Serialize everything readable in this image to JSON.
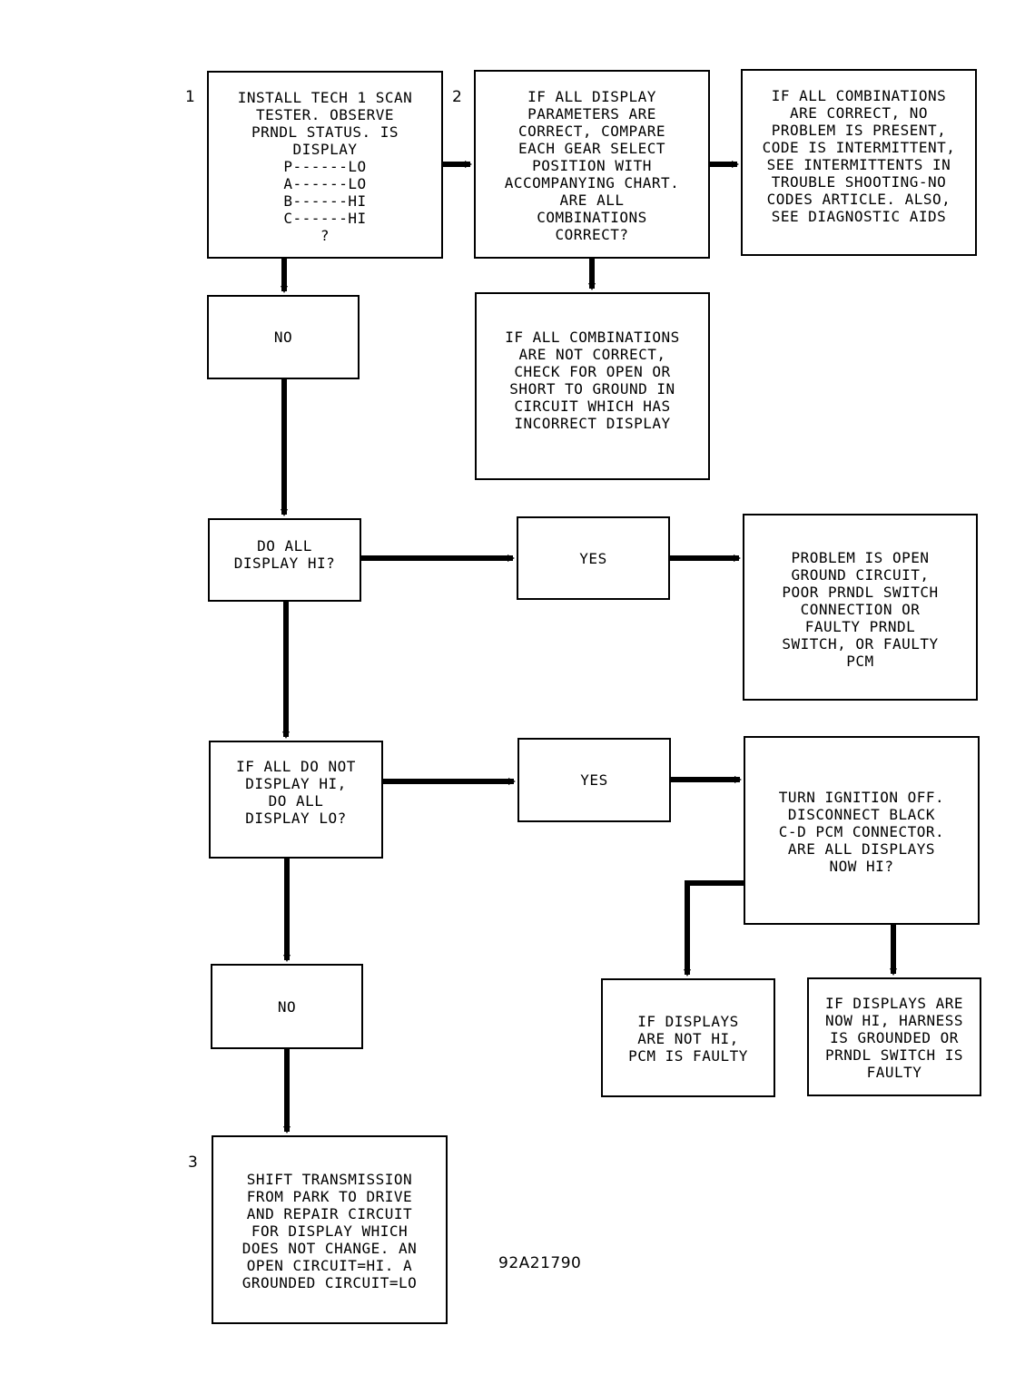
{
  "steps": {
    "one": "1",
    "two": "2",
    "three": "3"
  },
  "boxes": {
    "install_tester": "INSTALL TECH 1 SCAN\nTESTER. OBSERVE\nPRNDL STATUS. IS\nDISPLAY\nP------LO\nA------LO\nB------HI\nC------HI\n?",
    "compare_chart": "IF ALL DISPLAY\nPARAMETERS ARE\nCORRECT, COMPARE\nEACH GEAR SELECT\nPOSITION WITH\nACCOMPANYING CHART.\nARE ALL\nCOMBINATIONS\nCORRECT?",
    "intermittent": "IF ALL COMBINATIONS\nARE CORRECT, NO\nPROBLEM IS PRESENT,\nCODE IS INTERMITTENT,\nSEE INTERMITTENTS IN\nTROUBLE SHOOTING-NO\nCODES ARTICLE. ALSO,\nSEE DIAGNOSTIC AIDS",
    "no_1": "NO",
    "not_correct": "IF ALL COMBINATIONS\nARE NOT CORRECT,\nCHECK FOR OPEN OR\nSHORT TO GROUND IN\nCIRCUIT WHICH HAS\nINCORRECT DISPLAY",
    "all_hi": "DO ALL\nDISPLAY HI?",
    "yes_1": "YES",
    "open_ground": "PROBLEM IS OPEN\nGROUND CIRCUIT,\nPOOR PRNDL SWITCH\nCONNECTION OR\nFAULTY PRNDL\nSWITCH, OR FAULTY\nPCM",
    "all_lo": "IF ALL DO NOT\nDISPLAY HI,\nDO ALL\nDISPLAY LO?",
    "yes_2": "YES",
    "ignition_off": "TURN IGNITION OFF.\nDISCONNECT BLACK\nC-D PCM CONNECTOR.\nARE ALL DISPLAYS\nNOW HI?",
    "no_2": "NO",
    "pcm_faulty": "IF DISPLAYS\nARE NOT HI,\nPCM IS FAULTY",
    "harness_grounded": "IF DISPLAYS ARE\nNOW HI, HARNESS\nIS GROUNDED OR\nPRNDL SWITCH IS\nFAULTY",
    "shift_transmission": "SHIFT TRANSMISSION\nFROM PARK TO DRIVE\nAND REPAIR CIRCUIT\nFOR DISPLAY WHICH\nDOES NOT CHANGE. AN\nOPEN CIRCUIT=HI. A\nGROUNDED CIRCUIT=LO"
  },
  "reference_code": "92A21790"
}
